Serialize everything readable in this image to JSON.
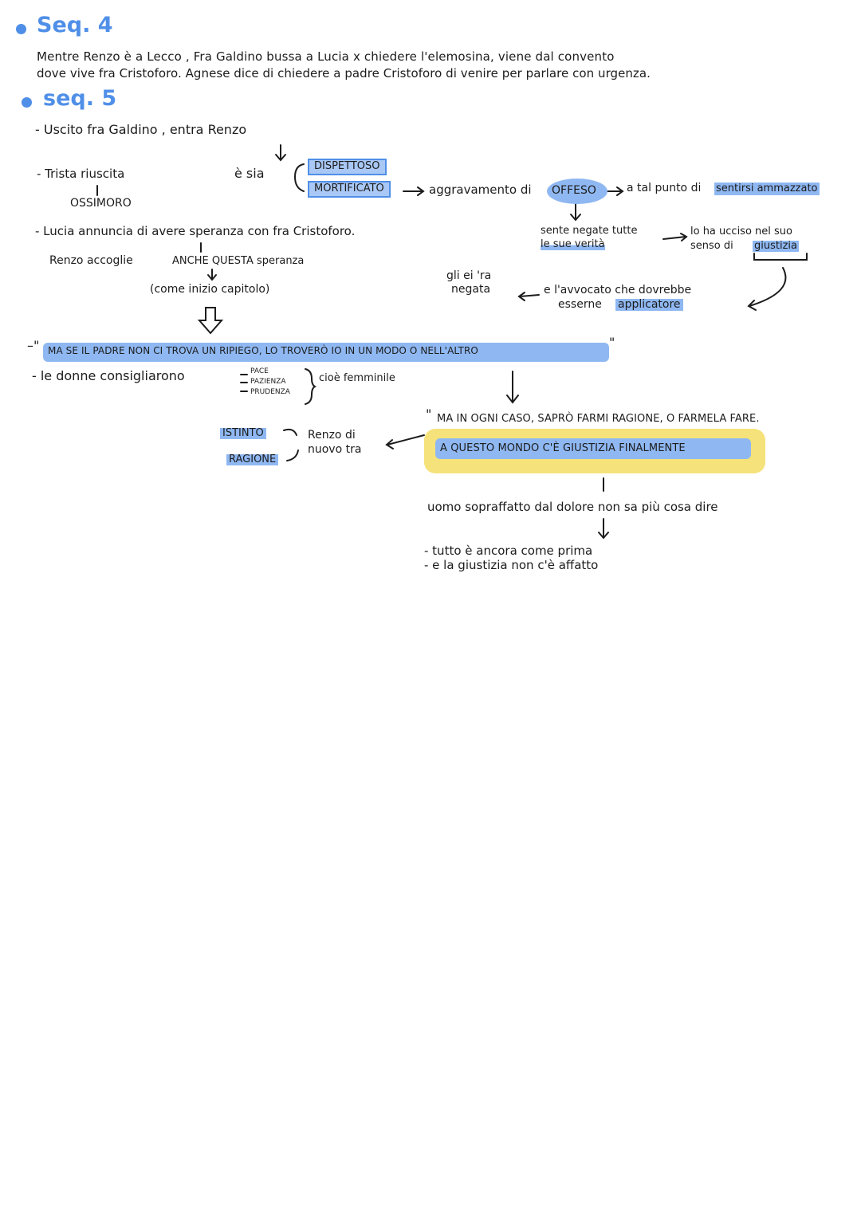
{
  "seq4": {
    "heading": "Seq. 4",
    "line1": "Mentre Renzo è a Lecco , Fra Galdino bussa a Lucia x chiedere l'elemosina, viene dal convento",
    "line2": "dove vive fra Cristoforo. Agnese dice di chiedere a padre Cristoforo di venire per parlare con urgenza."
  },
  "seq5": {
    "heading": "seq. 5",
    "uscito": "- Uscito fra Galdino , entra Renzo",
    "trista": "- Trista riuscita",
    "ossimoro": "OSSIMORO",
    "e_sia": "è sia",
    "dispettoso": "DISPETTOSO",
    "mortificato": "MORTIFICATO",
    "aggravamento": "aggravamento di",
    "offeso": "OFFESO",
    "tal_punto": "a tal punto di",
    "sentirsi": "sentirsi ammazzato",
    "sente_negate": "sente negate tutte",
    "le_sue_verita": "le sue verità",
    "lo_ha_ucciso": "lo ha ucciso nel suo",
    "senso_di": "senso di",
    "giustizia": "giustizia",
    "gli_era": "gli ei 'ra",
    "negata": "negata",
    "avvocato1": "e l'avvocato che dovrebbe",
    "avvocato2": "esserne",
    "applicatore": "applicatore",
    "lucia": "- Lucia annuncia di avere speranza con fra Cristoforo.",
    "renzo_accoglie": "Renzo accoglie",
    "anche_questa": "ANCHE QUESTA speranza",
    "come_inizio": "(come inizio capitolo)",
    "quote1": "MA SE IL PADRE NON CI TROVA UN RIPIEGO, LO TROVERÒ IO IN UN MODO O NELL'ALTRO",
    "donne": "- le donne consigliarono",
    "pace": "PACE",
    "pazienza": "PAZIENZA",
    "prudenza": "PRUDENZA",
    "cioe": "cioè femminile",
    "quote2a": "MA IN OGNI CASO, SAPRÒ FARMI RAGIONE, O FARMELA FARE.",
    "quote2b": "A QUESTO MONDO C'È GIUSTIZIA FINALMENTE",
    "istinto": "ISTINTO",
    "ragione": "RAGIONE",
    "renzo_diviso1": "Renzo di",
    "renzo_diviso2": "nuovo tra",
    "uomo": "uomo sopraffatto dal dolore non sa più cosa dire",
    "tutto": "- tutto è ancora come prima",
    "giustizia_non": "- e la giustizia non c'è affatto"
  },
  "colors": {
    "accent": "#4f8fe8",
    "highlight": "#8fb8f2",
    "yellow": "#f6e27a"
  }
}
